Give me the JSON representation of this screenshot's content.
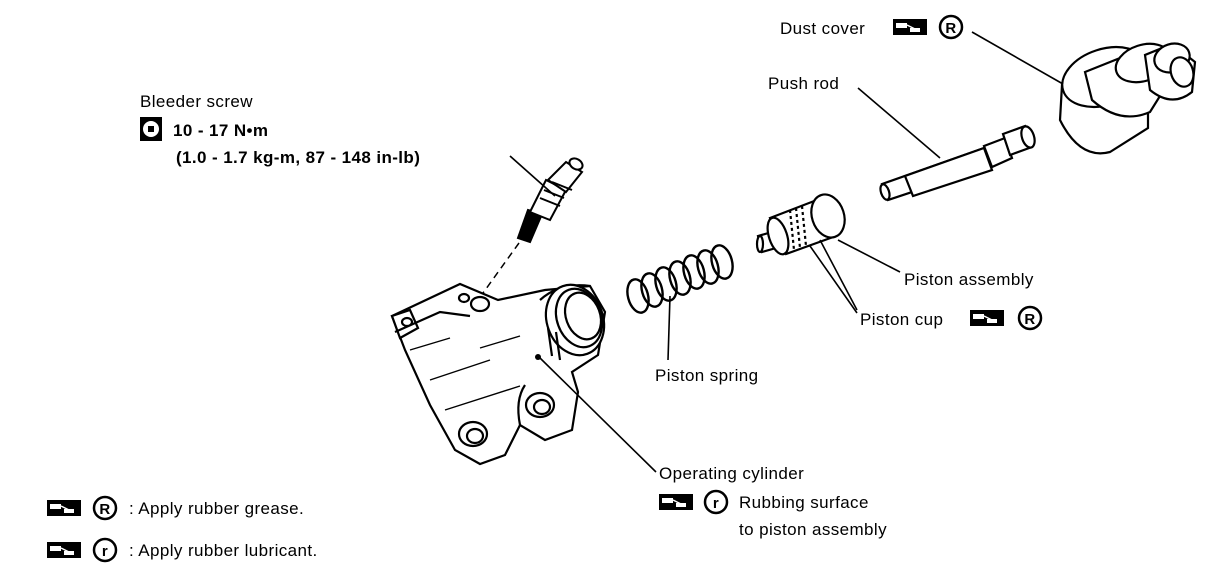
{
  "labels": {
    "dust_cover": "Dust cover",
    "push_rod": "Push rod",
    "bleeder_screw": "Bleeder screw",
    "torque_main": "10 - 17 N•m",
    "torque_alt": "(1.0 - 1.7 kg-m, 87 - 148 in-lb)",
    "piston_assembly": "Piston assembly",
    "piston_cup": "Piston cup",
    "piston_spring": "Piston spring",
    "operating_cylinder": "Operating cylinder",
    "rubbing_surface": "Rubbing surface",
    "to_piston_assembly": "to piston assembly"
  },
  "legend": {
    "grease": ": Apply rubber grease.",
    "lubricant": ": Apply rubber lubricant."
  },
  "symbols": {
    "grease_letter": "R",
    "lubricant_letter": "r"
  }
}
